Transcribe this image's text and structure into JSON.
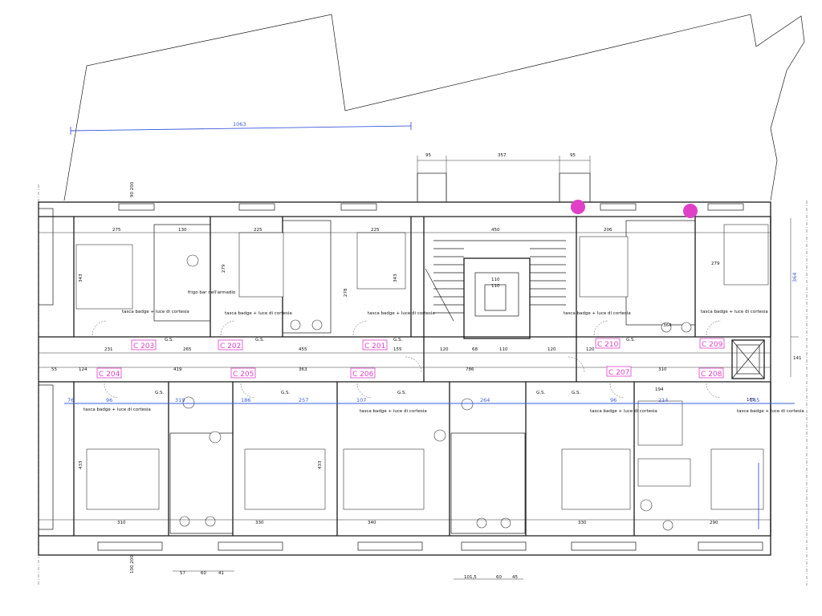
{
  "rooms": [
    {
      "label": "C 203"
    },
    {
      "label": "C 202"
    },
    {
      "label": "C 201"
    },
    {
      "label": "C 210"
    },
    {
      "label": "C 209"
    },
    {
      "label": "C 204"
    },
    {
      "label": "C 205"
    },
    {
      "label": "C 206"
    },
    {
      "label": "C 207"
    },
    {
      "label": "C 208"
    }
  ],
  "dimensions": {
    "site_width": "1063",
    "stair_top": [
      "95",
      "357",
      "95"
    ],
    "stair_width": "450",
    "lift": [
      "110",
      "110"
    ],
    "corridor_row": [
      "231",
      "265",
      "455",
      "155",
      "120",
      "68",
      "110",
      "120",
      "120",
      "364",
      "141"
    ],
    "corridor_row2": [
      "55",
      "124",
      "419",
      "363",
      "786",
      "310"
    ],
    "north_rooms": [
      "275",
      "130",
      "225",
      "225",
      "206",
      "279"
    ],
    "south_rooms": [
      "310",
      "330",
      "340",
      "330",
      "290",
      "194",
      "165"
    ],
    "blue_south": [
      "76",
      "96",
      "319",
      "186",
      "257",
      "107",
      "264",
      "96",
      "214",
      "165"
    ],
    "verticals": [
      "343",
      "279",
      "278",
      "343",
      "433",
      "433",
      "364"
    ],
    "windows": [
      "90 200",
      "100 200"
    ],
    "bottom": [
      "57",
      "60",
      "41",
      "101,5",
      "60",
      "45"
    ]
  },
  "notes": {
    "badge": "tasca badge + luce di cortesia",
    "minibar": "frigo bar nell'armadio",
    "gs": "G.S."
  },
  "colors": {
    "room_label": "#e040c8",
    "dimension_blue": "#3b5bdb",
    "marker": "#e040c8"
  }
}
